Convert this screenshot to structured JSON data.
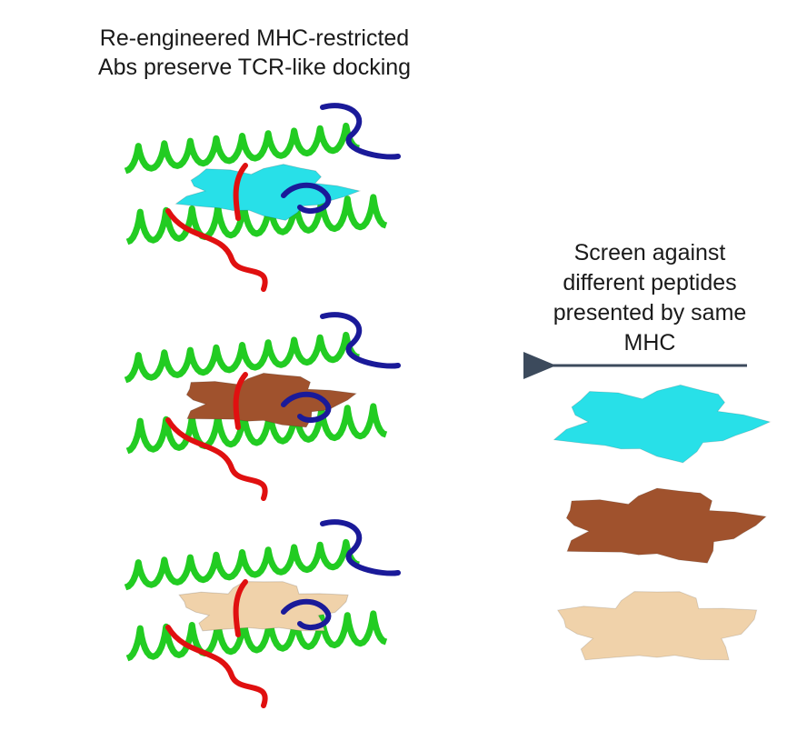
{
  "title": {
    "line1": "Re-engineered MHC-restricted",
    "line2": "Abs preserve TCR-like docking"
  },
  "screen": {
    "line1": "Screen against",
    "line2": "different peptides",
    "line3": "presented by same",
    "line4": "MHC"
  },
  "colors": {
    "mhc_helix": "#22cc22",
    "antibody_loop_red": "#e01010",
    "antibody_loop_blue": "#1a1a99",
    "peptide_1": "#28e0e8",
    "peptide_2": "#a0522d",
    "peptide_3": "#f0d2aa",
    "arrow": "#3c4a5c"
  },
  "panels": [
    {
      "peptide_color": "peptide_1"
    },
    {
      "peptide_color": "peptide_2"
    },
    {
      "peptide_color": "peptide_3"
    }
  ]
}
